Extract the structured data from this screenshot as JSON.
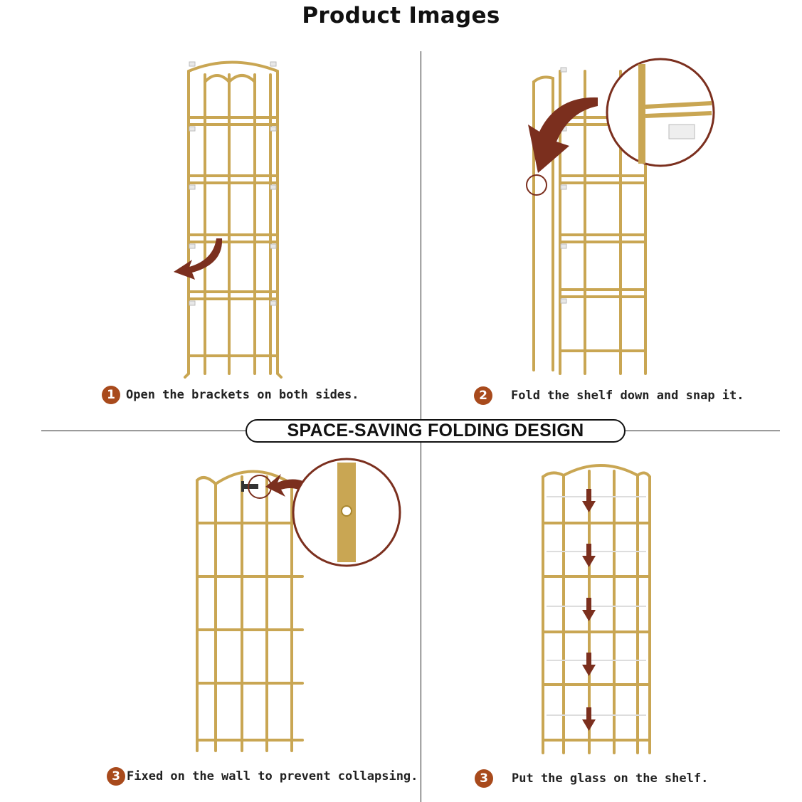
{
  "page_title": "Product Images",
  "banner_text": "SPACE-SAVING FOLDING DESIGN",
  "colors": {
    "frame_gold": "#c9a653",
    "arrow_brown": "#7b2f1e",
    "badge_brown": "#a84a1c",
    "divider": "#222222"
  },
  "steps": [
    {
      "badge": "1",
      "text": "Open the brackets on both sides."
    },
    {
      "badge": "2",
      "text": "Fold the shelf down and snap it."
    },
    {
      "badge": "3",
      "text": "Fixed on the wall to prevent collapsing."
    },
    {
      "badge": "3",
      "text": "Put the glass on the shelf."
    }
  ]
}
